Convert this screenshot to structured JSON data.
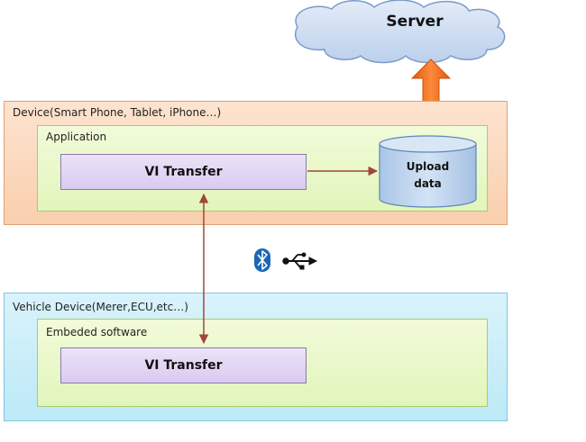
{
  "server": {
    "label": "Server"
  },
  "device": {
    "title": "Device(Smart Phone, Tablet, iPhone…)",
    "application": {
      "title": "Application",
      "vi_transfer": "VI Transfer",
      "upload": {
        "line1": "Upload",
        "line2": "data"
      }
    }
  },
  "connectivity": {
    "icons": [
      "bluetooth-icon",
      "usb-icon"
    ]
  },
  "vehicle": {
    "title": "Vehicle  Device(Merer,ECU,etc…)",
    "embedded": {
      "title": "Embeded  software",
      "vi_transfer": "VI Transfer"
    }
  },
  "colors": {
    "device_fill": "#fad9bf",
    "vehicle_fill": "#c9edf9",
    "inner_fill": "#e8f7c6",
    "vi_fill": "#e1d4f4",
    "db_fill": "#bcd4ec",
    "cloud_fill": "#cfdff3",
    "arrow_orange": "#f26d1c",
    "connector": "#a0463a"
  }
}
